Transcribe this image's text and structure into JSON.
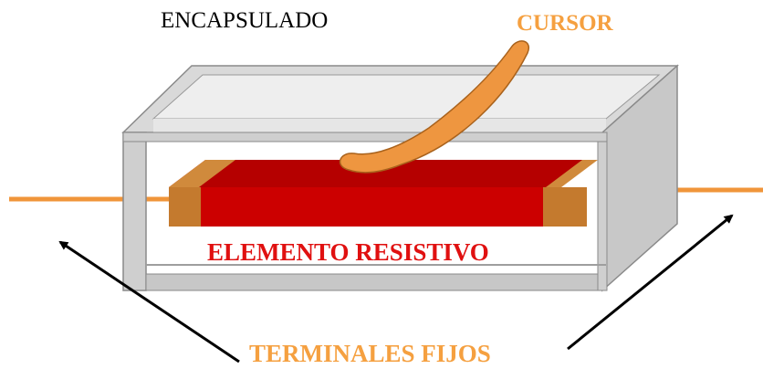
{
  "labels": {
    "encapsulado": "ENCAPSULADO",
    "cursor": "CURSOR",
    "elemento_resistivo": "ELEMENTO RESISTIVO",
    "terminales_fijos": "TERMINALES FIJOS"
  },
  "colors": {
    "case_light": "#d4d4d4",
    "case_mid": "#bdbdbd",
    "case_dark": "#9e9e9e",
    "case_edge": "#7f7f7f",
    "resistive_red": "#cc0000",
    "resistive_dark": "#990000",
    "terminal_orange": "#f0953a",
    "terminal_dark": "#b06a1f",
    "label_orange": "#f5a040",
    "label_red": "#e01010",
    "arrow": "#000000"
  }
}
